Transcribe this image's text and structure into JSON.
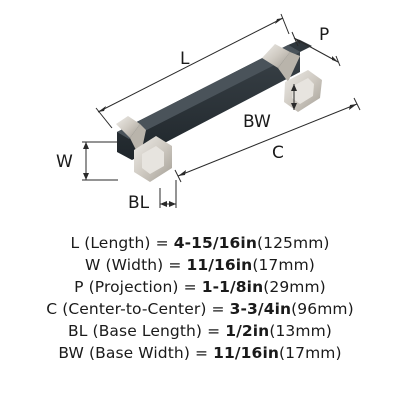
{
  "diagram": {
    "labels": {
      "L": "L",
      "P": "P",
      "W": "W",
      "BW": "BW",
      "C": "C",
      "BL": "BL"
    },
    "colors": {
      "bar": "#2b3238",
      "bar_shadow": "#1c2226",
      "nickel": "#d3cfc8",
      "nickel_dark": "#a9a49b",
      "line": "#2a2a2a"
    }
  },
  "specs": [
    {
      "name": "L (Length) = ",
      "imperial": "4-15/16in",
      "metric": "(125mm)"
    },
    {
      "name": "W (Width) = ",
      "imperial": "11/16in",
      "metric": "(17mm)"
    },
    {
      "name": "P (Projection) = ",
      "imperial": "1-1/8in",
      "metric": "(29mm)"
    },
    {
      "name": "C (Center-to-Center) = ",
      "imperial": "3-3/4in",
      "metric": "(96mm)"
    },
    {
      "name": "BL (Base Length) = ",
      "imperial": "1/2in",
      "metric": "(13mm)"
    },
    {
      "name": "BW (Base Width) = ",
      "imperial": "11/16in",
      "metric": "(17mm)"
    }
  ]
}
